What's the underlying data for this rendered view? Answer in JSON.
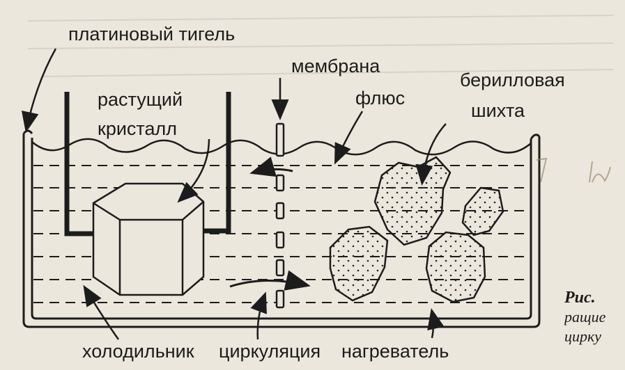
{
  "figure": {
    "labels": {
      "crucible": "платиновый тигель",
      "membrane": "мембрана",
      "beryl_charge_line1": "берилловая",
      "beryl_charge_line2": "шихта",
      "growing_crystal_line1": "растущий",
      "growing_crystal_line2": "кристалл",
      "flux": "флюс",
      "cooler": "холодильник",
      "circulation": "циркуляция",
      "heater": "нагреватель"
    },
    "caption": {
      "prefix": "Рис.",
      "line2": "ращиe",
      "line3": "цирку"
    }
  }
}
